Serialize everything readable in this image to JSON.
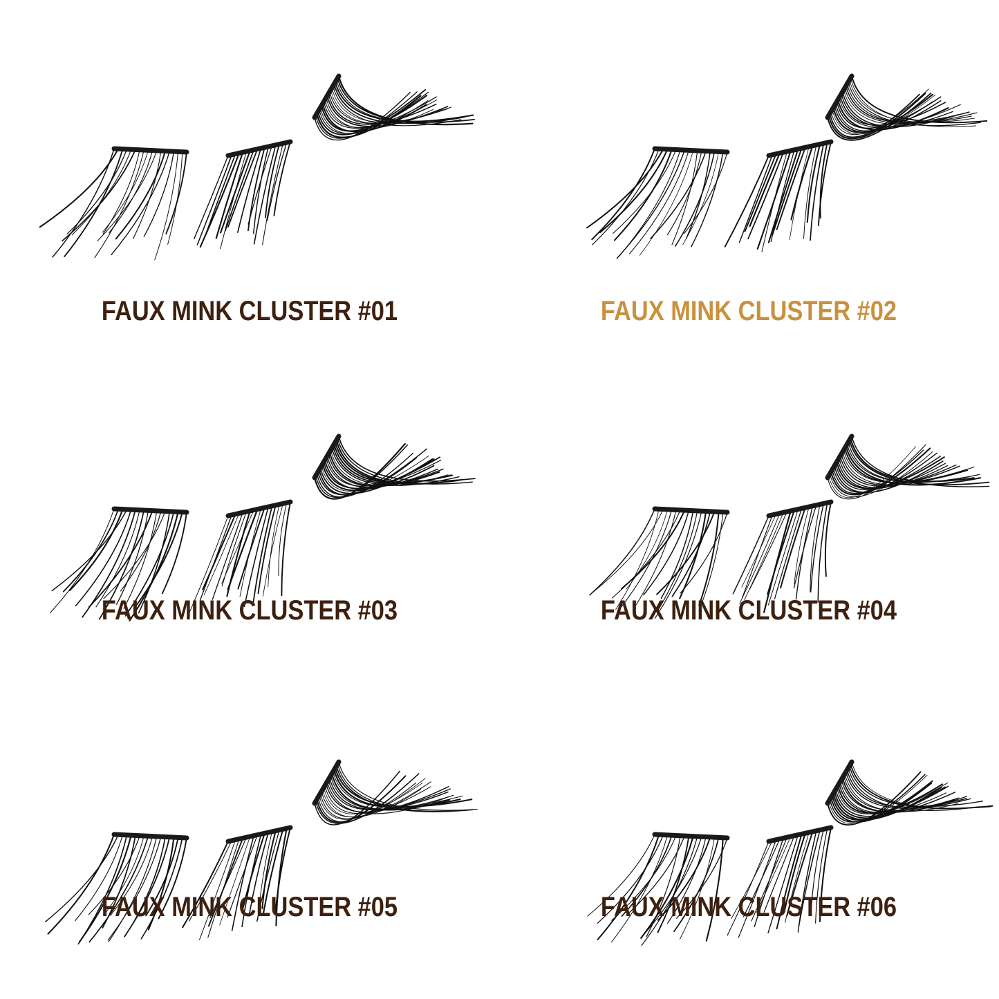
{
  "colors": {
    "label_default": "#3d200f",
    "label_highlight": "#c9913e",
    "lash": "#111111",
    "band": "#1a1a1a",
    "background": "#ffffff"
  },
  "products": [
    {
      "label": "FAUX MINK CLUSTER #01",
      "highlighted": false
    },
    {
      "label": "FAUX MINK CLUSTER #02",
      "highlighted": true
    },
    {
      "label": "FAUX MINK CLUSTER #03",
      "highlighted": false
    },
    {
      "label": "FAUX MINK CLUSTER #04",
      "highlighted": false
    },
    {
      "label": "FAUX MINK CLUSTER #05",
      "highlighted": false
    },
    {
      "label": "FAUX MINK CLUSTER #06",
      "highlighted": false
    }
  ]
}
